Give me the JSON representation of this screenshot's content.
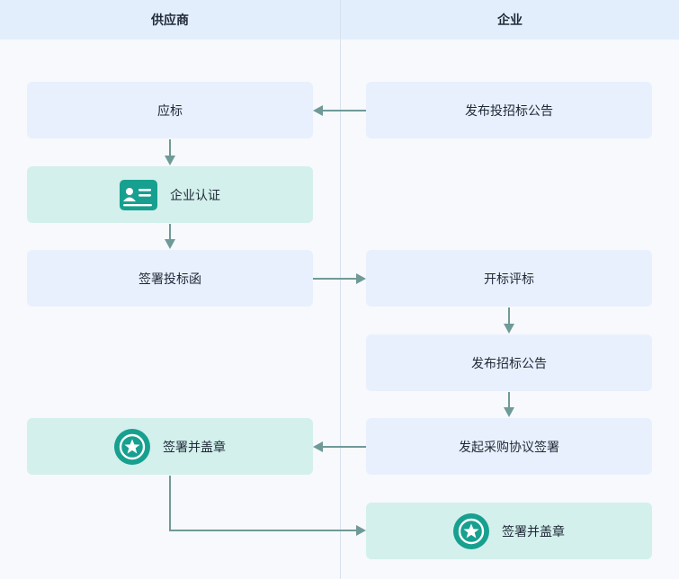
{
  "lanes": {
    "supplier": "供应商",
    "enterprise": "企业"
  },
  "nodes": {
    "bid_response": "应标",
    "publish_tender": "发布投招标公告",
    "company_auth": "企业认证",
    "sign_bid_letter": "签署投标函",
    "bid_opening": "开标评标",
    "publish_award": "发布招标公告",
    "supplier_sign_seal": "签署并盖章",
    "initiate_agreement": "发起采购协议签署",
    "enterprise_sign_seal": "签署并盖章"
  },
  "colors": {
    "accent": "#17a08f",
    "arrow": "#6f9a98",
    "node_blue": "#e8f0fd",
    "node_green": "#d3f0ec"
  },
  "icons": {
    "company_auth": "id-card-icon",
    "seal": "star-badge-icon"
  }
}
